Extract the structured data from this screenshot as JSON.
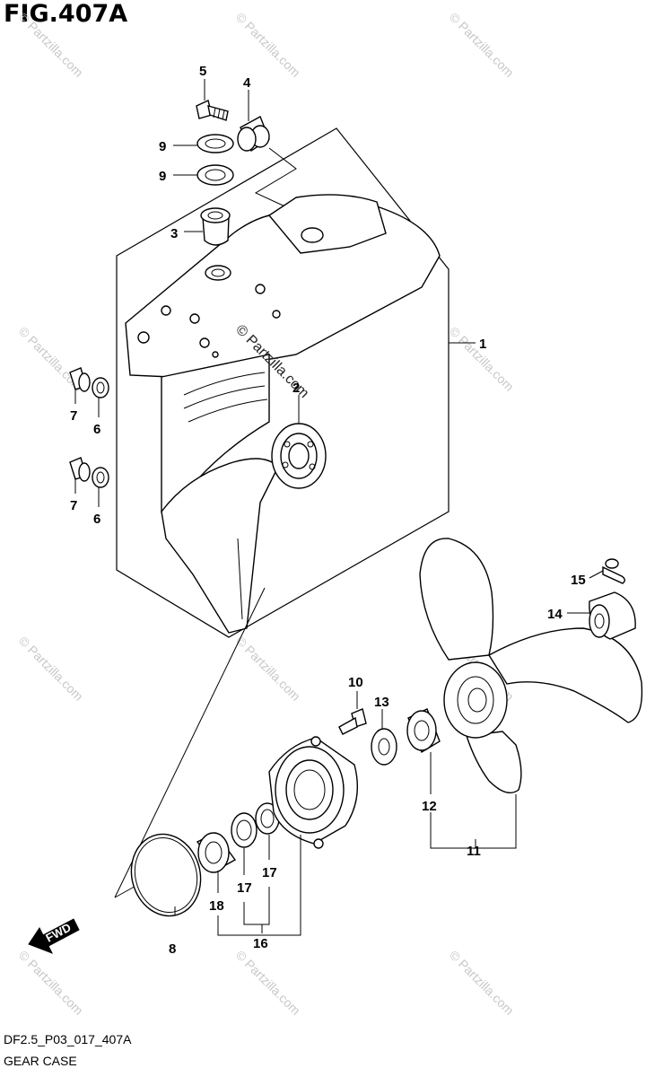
{
  "figure": {
    "title": "FIG.407A",
    "code": "DF2.5_P03_017_407A",
    "name": "GEAR CASE"
  },
  "watermark": {
    "text": "© Partzilla.com"
  },
  "direction_marker": {
    "label": "FWD"
  },
  "callouts": {
    "c1": "1",
    "c2": "2",
    "c3": "3",
    "c4": "4",
    "c5": "5",
    "c6a": "6",
    "c6b": "6",
    "c7a": "7",
    "c7b": "7",
    "c8": "8",
    "c9a": "9",
    "c9b": "9",
    "c10": "10",
    "c11": "11",
    "c12": "12",
    "c13": "13",
    "c14": "14",
    "c15": "15",
    "c16": "16",
    "c17a": "17",
    "c17b": "17",
    "c18": "18"
  }
}
